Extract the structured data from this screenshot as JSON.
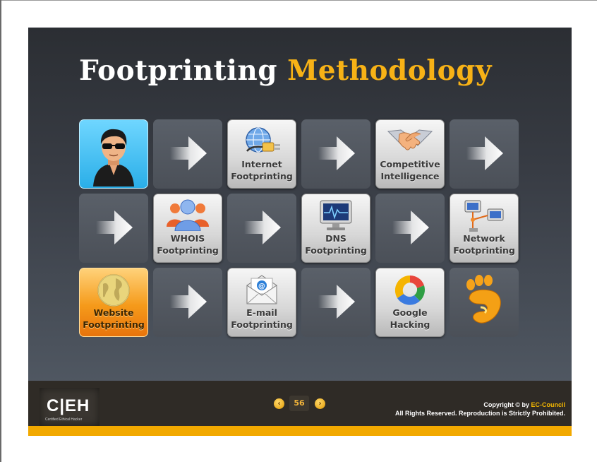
{
  "title": {
    "part1": "Footprinting",
    "part2": "Methodology"
  },
  "tiles": {
    "internet": {
      "line1": "Internet",
      "line2": "Footprinting",
      "icon": "globe-plug-icon"
    },
    "competitive": {
      "line1": "Competitive",
      "line2": "Intelligence",
      "icon": "handshake-icon"
    },
    "whois": {
      "line1": "WHOIS",
      "line2": "Footprinting",
      "icon": "people-icon"
    },
    "dns": {
      "line1": "DNS",
      "line2": "Footprinting",
      "icon": "monitor-icon"
    },
    "network": {
      "line1": "Network",
      "line2": "Footprinting",
      "icon": "network-computers-icon"
    },
    "website": {
      "line1": "Website",
      "line2": "Footprinting",
      "icon": "globe-icon"
    },
    "email": {
      "line1": "E-mail",
      "line2": "Footprinting",
      "icon": "envelope-icon"
    },
    "google": {
      "line1": "Google",
      "line2": "Hacking",
      "icon": "google-icon"
    },
    "hacker_icon": "hacker-avatar-icon",
    "foot_icon": "foot-icon"
  },
  "footer": {
    "logo_text": "C|EH",
    "logo_sub": "Certified  Ethical  Hacker",
    "page_number": "56",
    "copyright_prefix": "Copyright © by",
    "copyright_brand": "EC-Council",
    "rights": "All Rights Reserved. Reproduction is Strictly Prohibited."
  },
  "colors": {
    "accent": "#f7b216",
    "slide_top": "#2b2e33",
    "slide_bottom": "#565e69",
    "footer_bar": "#f2a900"
  }
}
